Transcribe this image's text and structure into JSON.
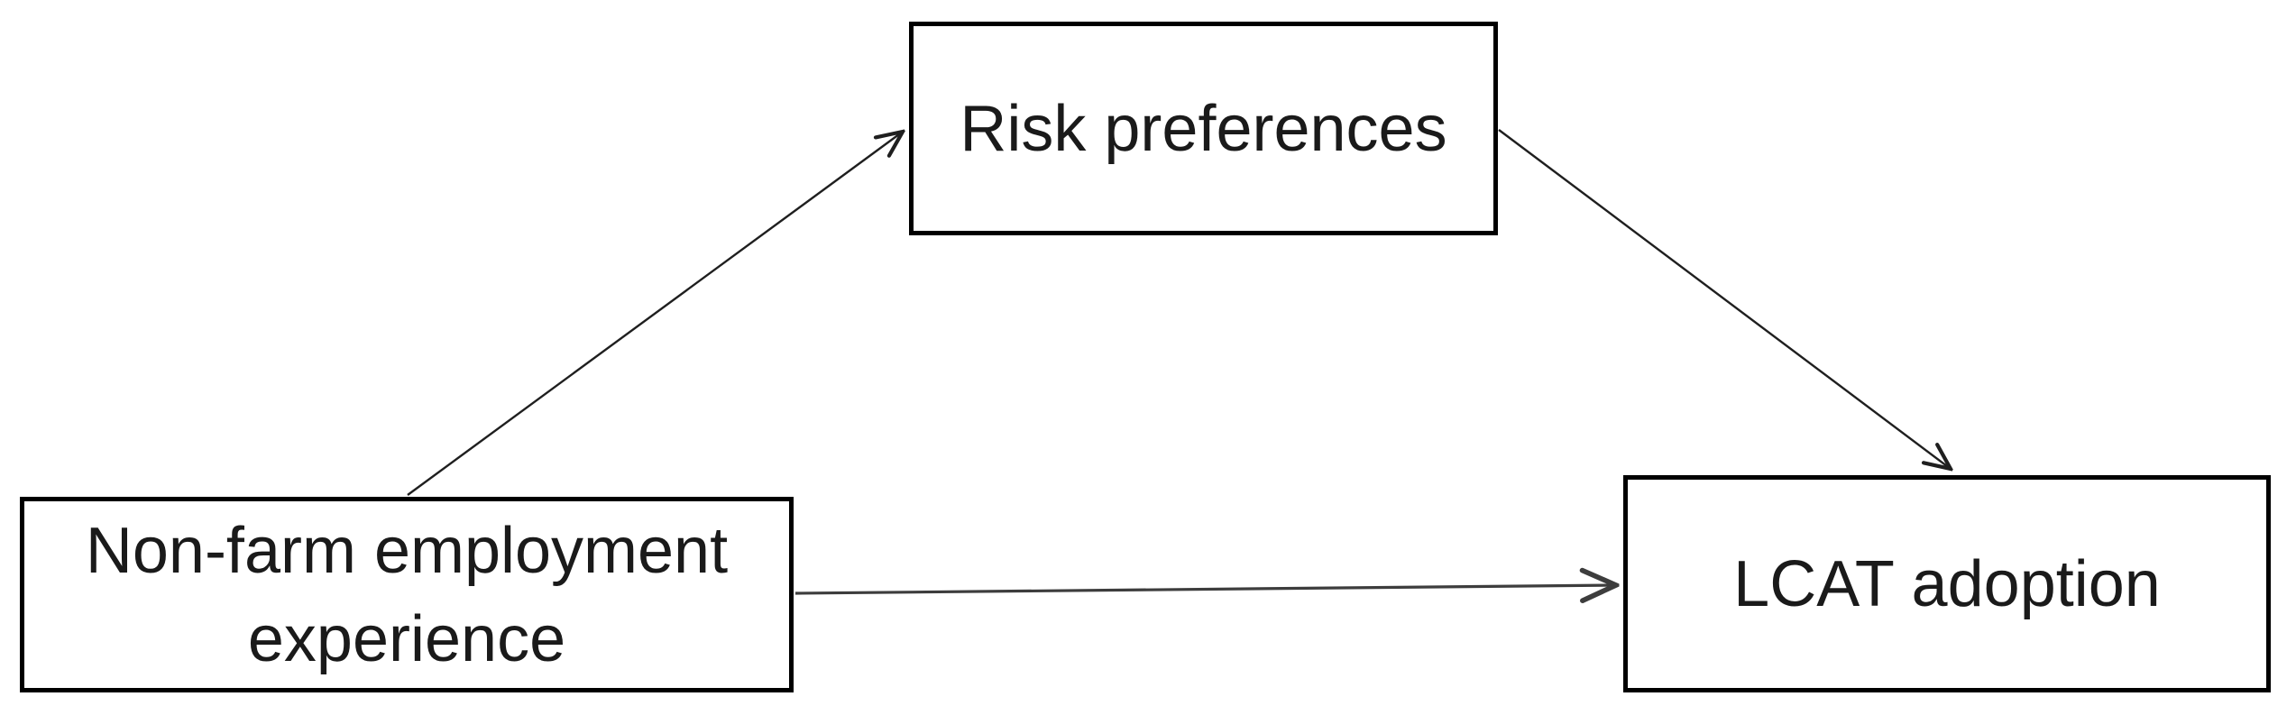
{
  "diagram": {
    "background_color": "#ffffff",
    "box_border_color": "#000000",
    "text_color": "#1a1a1a",
    "nodes": {
      "nonfarm": {
        "lines": [
          "Non-farm employment",
          "experience"
        ]
      },
      "risk": {
        "label": "Risk preferences"
      },
      "lcat": {
        "label": "LCAT adoption"
      }
    },
    "edges": [
      {
        "from": "Non-farm employment experience",
        "to": "Risk preferences",
        "direction": "up-right",
        "line_style": "solid",
        "color": "#1f1f1f",
        "arrowhead": "open"
      },
      {
        "from": "Risk preferences",
        "to": "LCAT adoption",
        "direction": "down-right",
        "line_style": "solid",
        "color": "#1f1f1f",
        "arrowhead": "open"
      },
      {
        "from": "Non-farm employment experience",
        "to": "LCAT adoption",
        "direction": "right",
        "line_style": "solid",
        "color": "#3d3d3d",
        "arrowhead": "open"
      }
    ]
  }
}
